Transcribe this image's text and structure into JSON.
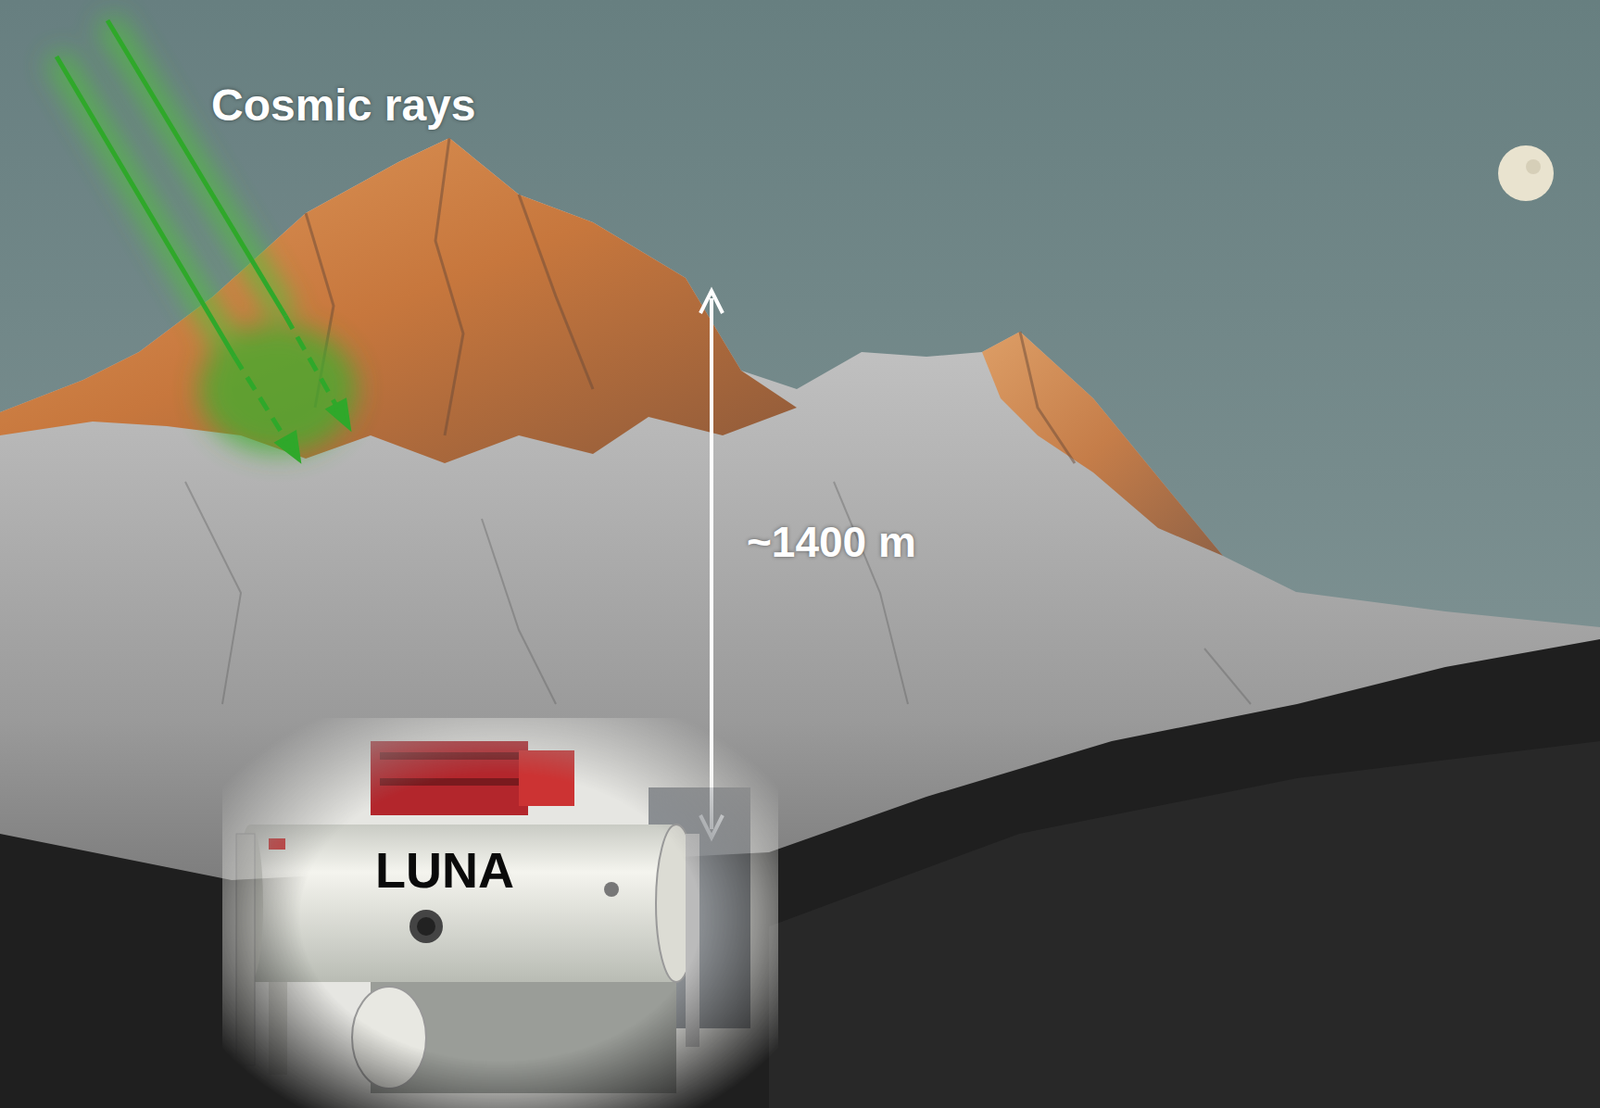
{
  "diagram": {
    "labels": [
      "Cosmic rays",
      "~1400 m",
      "LUNA"
    ]
  }
}
